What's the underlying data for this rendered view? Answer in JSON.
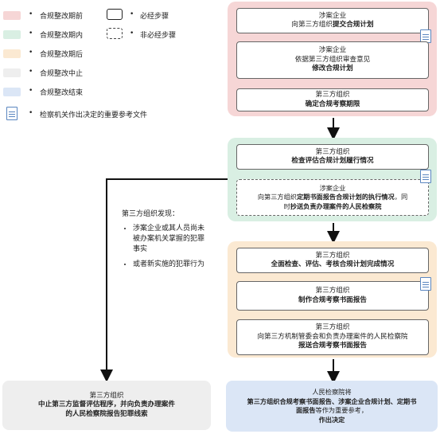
{
  "legend": {
    "phases": [
      {
        "label": "合规整改期前",
        "color": "#f6d6d6"
      },
      {
        "label": "合规整改期内",
        "color": "#d9efe3"
      },
      {
        "label": "合规整改期后",
        "color": "#fbe9d2"
      },
      {
        "label": "合规整改中止",
        "color": "#eeeeee"
      },
      {
        "label": "合规整改结束",
        "color": "#dbe6f6"
      }
    ],
    "required_step": "必经步骤",
    "optional_step": "非必经步骤",
    "document": "检察机关作出决定的重要参考文件",
    "bullet": "•"
  },
  "phase_before": {
    "box1": {
      "line1": "涉案企业",
      "line2_plain": "向第三方组织",
      "line2_bold": "提交合规计划"
    },
    "box2": {
      "line1": "涉案企业",
      "line2": "依据第三方组织审查意见",
      "line3": "修改合规计划"
    },
    "box3": {
      "line1": "第三方组织",
      "line2": "确定合规考察期限"
    }
  },
  "phase_during": {
    "box1": {
      "line1": "第三方组织",
      "line2": "检查评估合规计划履行情况"
    },
    "box2": {
      "line1": "涉案企业",
      "line2_plain": "向第三方组织",
      "line2_bold": "定期书面报告合规计划的执行情况",
      "line2_tail": "，同",
      "line3_plain": "时",
      "line3_bold": "抄送负责办理案件的人民检察院"
    }
  },
  "phase_after": {
    "box1": {
      "line1": "第三方组织",
      "line2": "全面检查、评估、考核合规计划完成情况"
    },
    "box2": {
      "line1": "第三方组织",
      "line2": "制作合规考察书面报告"
    },
    "box3": {
      "line1": "第三方组织",
      "line2": "向第三方机制管委会和负责办理案件的人民检察院",
      "line3": "报送合规考察书面报告"
    }
  },
  "finding": {
    "title": "第三方组织发现：",
    "items": [
      "涉案企业或其人员尚未被办案机关掌握的犯罪事实",
      "或者新实施的犯罪行为"
    ]
  },
  "suspend": {
    "line1": "第三方组织",
    "line2": "中止第三方监督评估程序，并向负责办理案件",
    "line3": "的人民检察院报告犯罪线索"
  },
  "end": {
    "line1": "人民检察院将",
    "line2": "第三方组织合规考察书面报告、涉案企业合规计划、定期书",
    "line3_bold": "面报告",
    "line3_plain": "等作为重要参考，",
    "line4": "作出决定"
  }
}
